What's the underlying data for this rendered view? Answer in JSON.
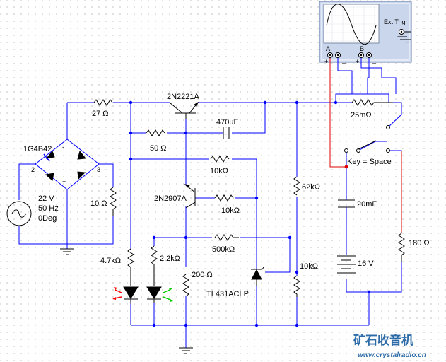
{
  "components": {
    "q1": "2N2221A",
    "q2": "2N2907A",
    "r_top": "27 Ω",
    "r_50": "50 Ω",
    "c_470": "470uF",
    "r_10k_a": "10kΩ",
    "r_10k_b": "10kΩ",
    "r_500k": "500kΩ",
    "r_62k": "62kΩ",
    "r_10k_c": "10kΩ",
    "r_25m": "25mΩ",
    "bridge": "1G4B42",
    "src_v": "22 V",
    "src_f": "50 Hz",
    "src_p": "0Deg",
    "r_10": "10 Ω",
    "r_47k": "4.7kΩ",
    "r_22k": "2.2kΩ",
    "r_200": "200 Ω",
    "u_tl431": "TL431ACLP",
    "switch_key": "Key = Space",
    "c_20m": "20mF",
    "bat": "16 V",
    "r_180": "180 Ω",
    "pin2": "2",
    "pin3": "3",
    "pin_minus": "-",
    "pin_plus": "+"
  },
  "scope": {
    "ext_trig": "Ext Trig",
    "ch_a": "A",
    "ch_b": "B",
    "plus": "+",
    "minus": "_"
  },
  "watermark": {
    "cn": "矿石收音机",
    "url": "www.crystalradio.cn"
  }
}
